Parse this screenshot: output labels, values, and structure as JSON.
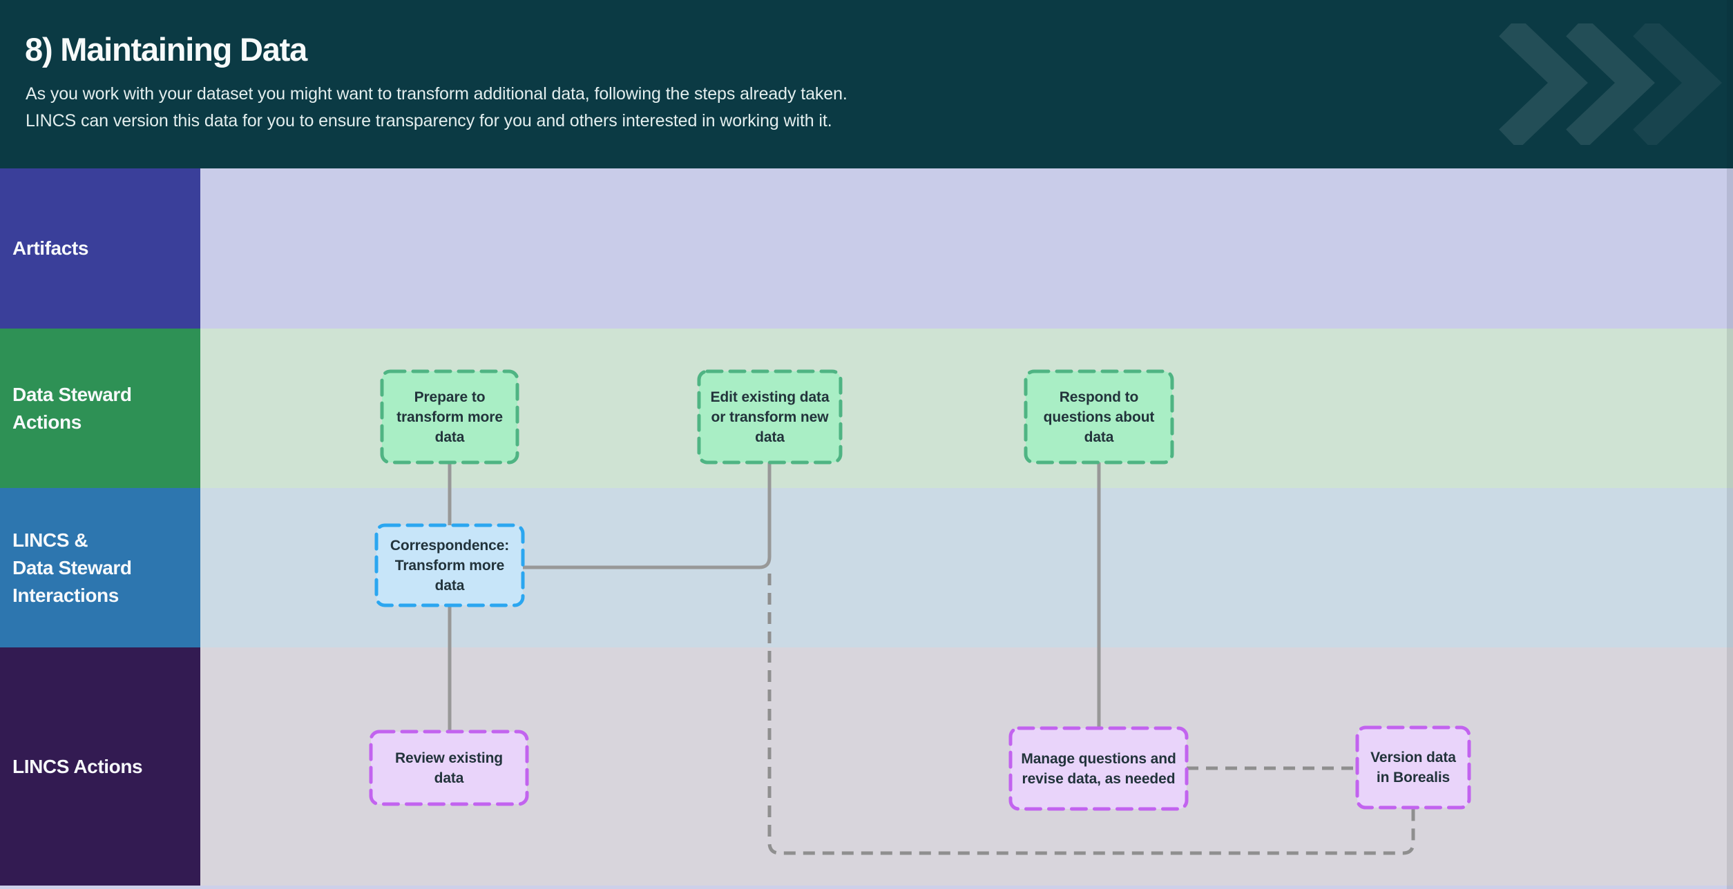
{
  "header": {
    "title": "8) Maintaining Data",
    "subtitle": "As you work with your dataset you might want to transform additional data, following the steps already taken.\nLINCS can version this data for you to ensure transparency for you and others interested in working with it."
  },
  "lanes": [
    {
      "id": "artifacts",
      "label": "Artifacts"
    },
    {
      "id": "data-steward-actions",
      "label": "Data Steward\nActions"
    },
    {
      "id": "lincs-and-data-steward-interactions",
      "label": "LINCS &\nData Steward\nInteractions"
    },
    {
      "id": "lincs-actions",
      "label": "LINCS Actions"
    }
  ],
  "diagram": {
    "nodes": [
      {
        "id": "prepare-to-transform-more-data",
        "lane": "data-steward-actions",
        "color": "green",
        "text": "Prepare to\ntransform more\ndata"
      },
      {
        "id": "edit-existing-data-or-transform-new-data",
        "lane": "data-steward-actions",
        "color": "green",
        "text": "Edit existing data\nor transform new\ndata"
      },
      {
        "id": "respond-to-questions-about-data",
        "lane": "data-steward-actions",
        "color": "green",
        "text": "Respond to\nquestions about\ndata"
      },
      {
        "id": "correspondence-transform-more-data",
        "lane": "lincs-and-data-steward-interactions",
        "color": "blue",
        "text": "Correspondence:\nTransform more\ndata"
      },
      {
        "id": "review-existing-data",
        "lane": "lincs-actions",
        "color": "purple",
        "text": "Review existing\ndata"
      },
      {
        "id": "manage-questions-and-revise-data",
        "lane": "lincs-actions",
        "color": "purple",
        "text": "Manage questions and\nrevise data, as needed"
      },
      {
        "id": "version-data-in-borealis",
        "lane": "lincs-actions",
        "color": "purple",
        "text": "Version data\nin Borealis"
      }
    ],
    "edges": [
      {
        "from": "prepare-to-transform-more-data",
        "to": "correspondence-transform-more-data",
        "style": "solid"
      },
      {
        "from": "correspondence-transform-more-data",
        "to": "review-existing-data",
        "style": "solid"
      },
      {
        "from": "edit-existing-data-or-transform-new-data",
        "to": "correspondence-transform-more-data",
        "style": "solid"
      },
      {
        "from": "edit-existing-data-or-transform-new-data",
        "to": "version-data-in-borealis",
        "style": "dashed"
      },
      {
        "from": "respond-to-questions-about-data",
        "to": "manage-questions-and-revise-data",
        "style": "solid"
      },
      {
        "from": "manage-questions-and-revise-data",
        "to": "version-data-in-borealis",
        "style": "dashed"
      }
    ]
  },
  "icons": [
    {
      "name": "chevrons-right-decoration",
      "glyph": "»»»"
    }
  ],
  "colors": {
    "header_bg": "#0b3a44",
    "header_title_color": "#f7fafa",
    "header_text_color": "#e3eeee",
    "artifacts_label_bg": "#3a3f9a",
    "artifacts_body_bg": "#c9cce9",
    "steward_label_bg": "#2e9155",
    "steward_body_bg": "#cfe3d3",
    "interactions_label_bg": "#2d76af",
    "interactions_body_bg": "#cbdae5",
    "lincs_label_bg": "#331b52",
    "lincs_body_bg": "#d8d5dc",
    "green_fill": "#a9eec5",
    "green_border": "#4fb483",
    "blue_fill": "#c7e5f9",
    "blue_border": "#2ba6f0",
    "purple_fill": "#e9d4fa",
    "purple_border": "#c263ef",
    "node_text": "#22333b",
    "connector_solid": "#989898",
    "connector_dashed": "#8f8f8f",
    "bottom_strip": "#cdd0e9"
  }
}
